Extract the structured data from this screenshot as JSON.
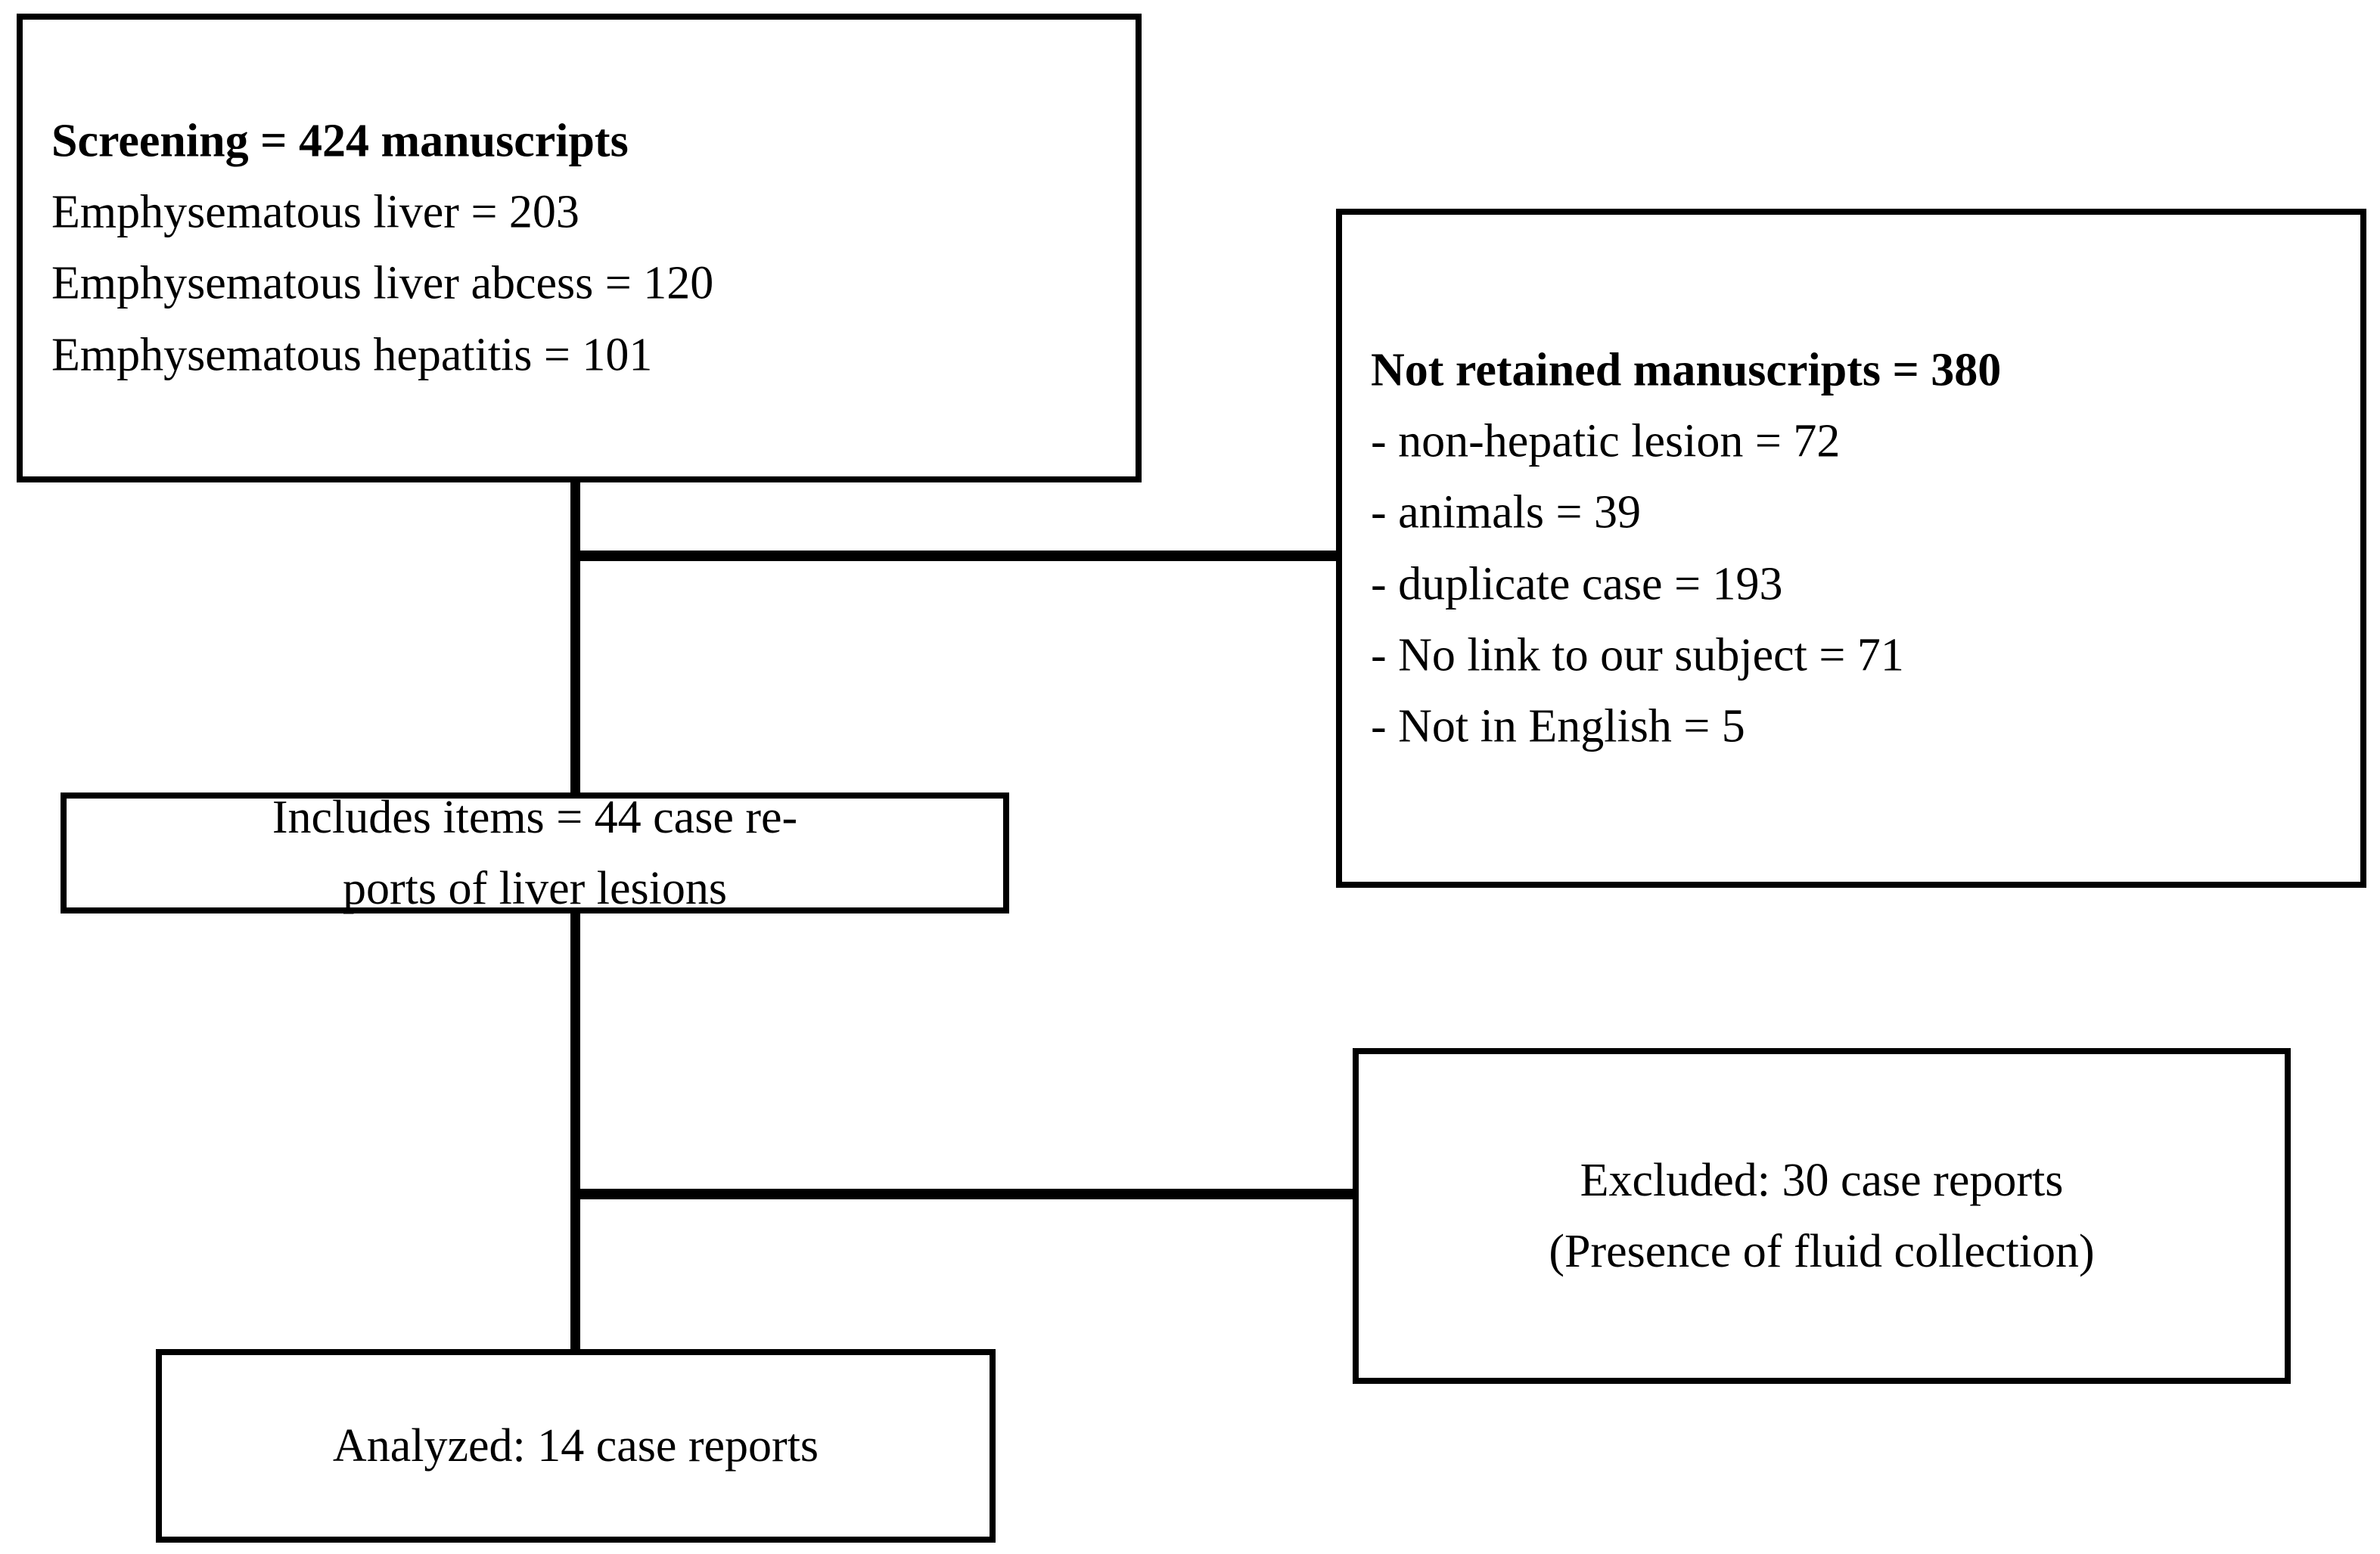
{
  "diagram": {
    "title": "Study selection flow diagram",
    "colors": {
      "background": "#ffffff",
      "stroke": "#000000",
      "text": "#000000"
    },
    "boxes": {
      "screening": {
        "heading": "Screening = 424 manuscripts",
        "lines": [
          "Emphysematous liver = 203",
          "Emphysematous liver abcess = 120",
          "Emphysematous hepatitis = 101"
        ]
      },
      "not_retained": {
        "heading": "Not retained manuscripts = 380",
        "lines": [
          "- non-hepatic lesion = 72",
          "- animals = 39",
          "- duplicate case = 193",
          "- No link to our subject = 71",
          "- Not in English = 5"
        ]
      },
      "includes": {
        "line1": "Includes items = 44 case re-",
        "line2": "ports of liver lesions"
      },
      "excluded": {
        "line1": "Excluded: 30 case reports",
        "line2": "(Presence of fluid collection)"
      },
      "analyzed": {
        "line1": "Analyzed: 14 case reports"
      }
    },
    "counts": {
      "screened_total": 424,
      "emphysematous_liver": 203,
      "emphysematous_liver_abcess": 120,
      "emphysematous_hepatitis": 101,
      "not_retained_total": 380,
      "non_hepatic_lesion": 72,
      "animals": 39,
      "duplicate_case": 193,
      "no_link_to_subject": 71,
      "not_in_english": 5,
      "included_case_reports": 44,
      "excluded_case_reports": 30,
      "analyzed_case_reports": 14
    }
  }
}
